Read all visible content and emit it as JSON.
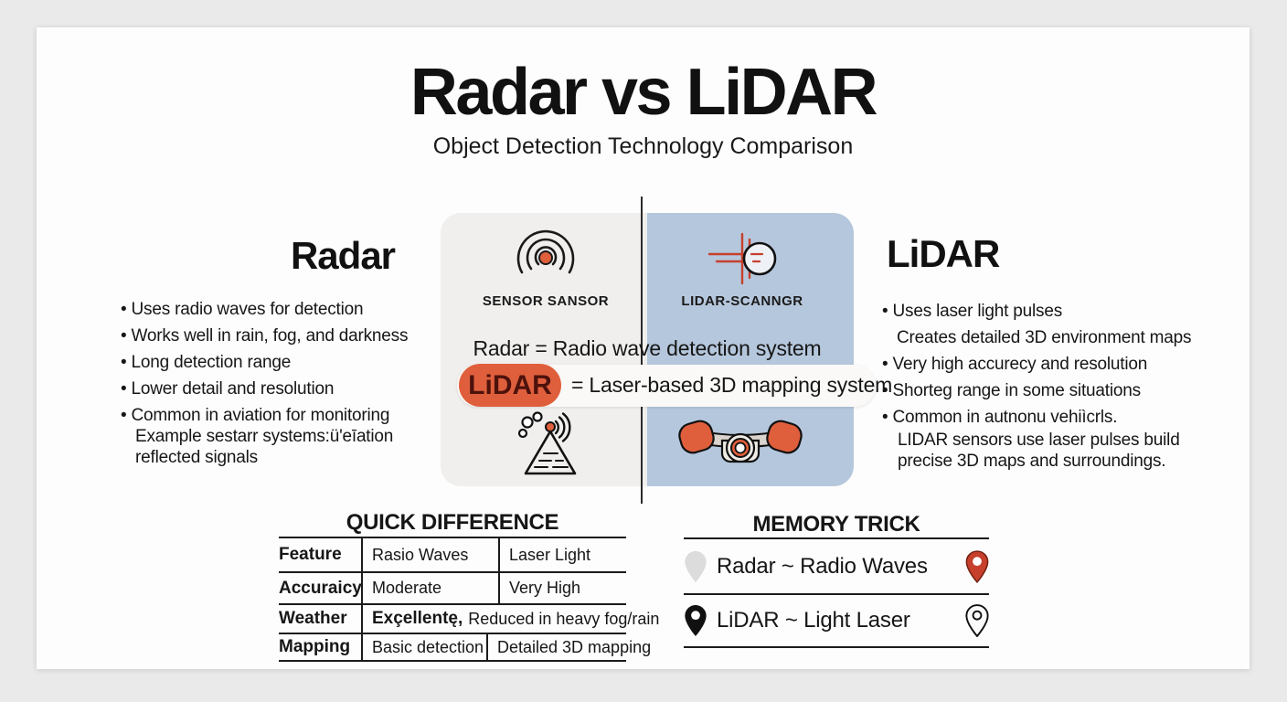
{
  "header": {
    "title": "Radar vs LiDAR",
    "subtitle": "Object Detection Technology Comparison"
  },
  "radar_column": {
    "heading": "Radar",
    "bullets": [
      "Uses radio waves for detection",
      "Works well in rain, fog, and darkness",
      "Long detection range",
      "Lower detail and resolution",
      "Common in aviation for monitoring"
    ],
    "note_line1": "Example sestarr systems:ü'eīation",
    "note_line2": "reflected signals"
  },
  "lidar_column": {
    "heading": "LiDAR",
    "bullets": [
      "Uses laser light pulses",
      "Very high accurecy and resolution",
      "Shorteg range in some situations",
      "Common in autnonu vehiìcrls."
    ],
    "continuation": "Creates detailed 3D environment maps",
    "note_line1": "LIDAR sensors use laser pulses build",
    "note_line2": "precise 3D maps and surroundings."
  },
  "center_panel": {
    "radar_icon_label": "SENSOR SANSOR",
    "lidar_icon_label": "LIDAR-SCANNGR",
    "radar_equation": "Radar = Radio wave detection system",
    "lidar_pill": "LiDAR",
    "lidar_equation_rest": "= Laser-based 3D mapping system"
  },
  "quick_difference": {
    "title": "QUICK DIFFERENCE",
    "rows": {
      "feature": {
        "label": "Feature",
        "radar": "Rasio Waves",
        "lidar": "Laser Light"
      },
      "accuracy": {
        "label": "Accuraicy",
        "radar": "Moderate",
        "lidar": "Very High"
      },
      "weather": {
        "label": "Weather",
        "highlight": "Exçellentę,",
        "rest": "Reduced in heavy fog/rain"
      },
      "mapping": {
        "label": "Mapping",
        "radar": "Basic detection",
        "lidar": "Detailed 3D mapping"
      }
    }
  },
  "memory_trick": {
    "title": "MEMORY TRICK",
    "radar_row": "Radar ~ Radio Waves",
    "lidar_row": "LiDAR ~ Light Laser"
  },
  "colors": {
    "accent_orange": "#df5f3c",
    "panel_blue": "#b5c7dc",
    "panel_gray": "#f0efee",
    "pin_red": "#c6402c",
    "ink": "#161616"
  }
}
